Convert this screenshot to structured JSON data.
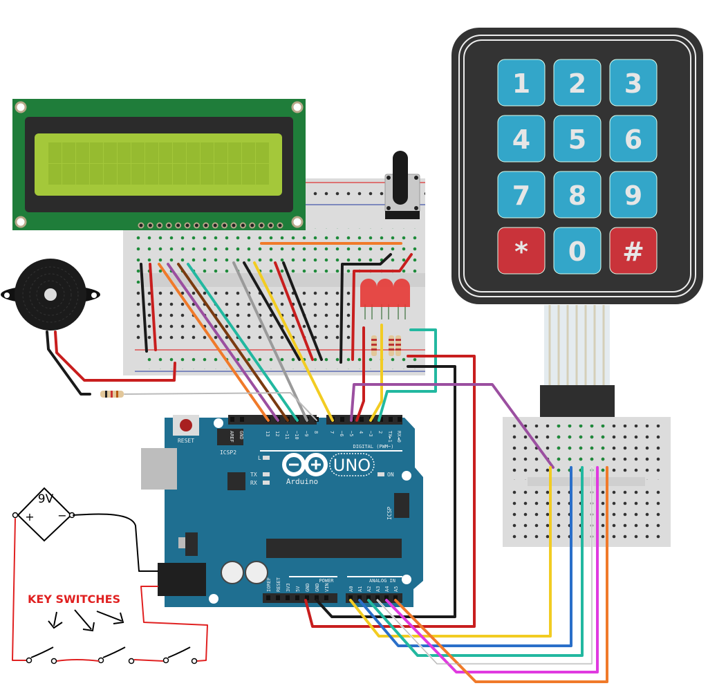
{
  "title": "Arduino UNO keypad lock circuit (LCD, keypad, buzzer, LEDs, 9V key-switch power)",
  "keypad": {
    "keys": [
      {
        "label": "1",
        "color": "#33a6c9"
      },
      {
        "label": "2",
        "color": "#33a6c9"
      },
      {
        "label": "3",
        "color": "#33a6c9"
      },
      {
        "label": "4",
        "color": "#33a6c9"
      },
      {
        "label": "5",
        "color": "#33a6c9"
      },
      {
        "label": "6",
        "color": "#33a6c9"
      },
      {
        "label": "7",
        "color": "#33a6c9"
      },
      {
        "label": "8",
        "color": "#33a6c9"
      },
      {
        "label": "9",
        "color": "#33a6c9"
      },
      {
        "label": "*",
        "color": "#c9333a"
      },
      {
        "label": "0",
        "color": "#33a6c9"
      },
      {
        "label": "#",
        "color": "#c9333a"
      }
    ],
    "body_color": "#333333"
  },
  "lcd": {
    "columns": 16,
    "rows": 2,
    "pcb_color": "#1f7d3a",
    "screen_color": "#a4c83a"
  },
  "arduino": {
    "logo_text": "Arduino",
    "model_text": "UNO",
    "reset_label": "RESET",
    "icsp2_label": "ICSP2",
    "icsp_label": "ICSP",
    "led_labels": {
      "l": "L",
      "tx": "TX",
      "rx": "RX",
      "on": "ON"
    },
    "digital_header_label": "DIGITAL (PWM~)",
    "power_header_label": "POWER",
    "analog_header_label": "ANALOG IN",
    "digital_pins": [
      "AREF",
      "GND",
      "13",
      "12",
      "~11",
      "~10",
      "~9",
      "8",
      "7",
      "~6",
      "~5",
      "4",
      "~3",
      "2",
      "TX►1",
      "RX◄0"
    ],
    "power_pins": [
      "IOREF",
      "RESET",
      "3V3",
      "5V",
      "GND",
      "GND",
      "VIN"
    ],
    "analog_pins": [
      "A0",
      "A1",
      "A2",
      "A3",
      "A4",
      "A5"
    ],
    "board_color": "#1f6f91"
  },
  "battery": {
    "label": "9V",
    "plus": "+",
    "minus": "−"
  },
  "annotation": {
    "key_switches": "KEY SWITCHES",
    "color": "#e02020"
  },
  "leds": {
    "count": 3,
    "color": "#e53935"
  },
  "wire_colors": {
    "red": "#c81e1e",
    "black": "#1a1a1a",
    "orange": "#f07a2a",
    "purple": "#9b4fa0",
    "brown": "#7a3b10",
    "teal": "#22b8a0",
    "gray": "#9a9a9a",
    "yellow": "#f2cc22",
    "blue": "#2a6fc9",
    "white": "#f4f4f4",
    "magenta": "#e03ae0"
  }
}
